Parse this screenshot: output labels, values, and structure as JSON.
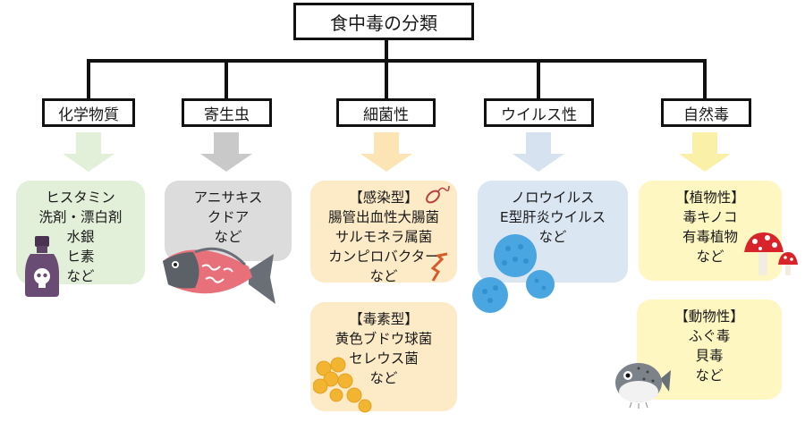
{
  "title": "食中毒の分類",
  "categories": [
    {
      "label": "化学物質",
      "color": "#e2efd9"
    },
    {
      "label": "寄生虫",
      "color": "#dcdcdc"
    },
    {
      "label": "細菌性",
      "color": "#fdebc8"
    },
    {
      "label": "ウイルス性",
      "color": "#dbe6f3"
    },
    {
      "label": "自然毒",
      "color": "#fef7c2"
    }
  ],
  "chemical": {
    "lines": [
      "ヒスタミン",
      "洗剤・漂白剤",
      "水銀",
      "ヒ素",
      "など"
    ]
  },
  "parasite": {
    "lines": [
      "アニサキス",
      "クドア",
      "など"
    ]
  },
  "bacterial_infection": {
    "lines": [
      "【感染型】",
      "腸管出血性大腸菌",
      "サルモネラ属菌",
      "カンピロバクター",
      "など"
    ]
  },
  "bacterial_toxin": {
    "lines": [
      "【毒素型】",
      "黄色ブドウ球菌",
      "セレウス菌",
      "など"
    ]
  },
  "viral": {
    "lines": [
      "ノロウイルス",
      "E型肝炎ウイルス",
      "など"
    ]
  },
  "natural_plant": {
    "lines": [
      "【植物性】",
      "毒キノコ",
      "有毒植物",
      "など"
    ]
  },
  "natural_animal": {
    "lines": [
      "【動物性】",
      "ふぐ毒",
      "貝毒",
      "など"
    ]
  }
}
